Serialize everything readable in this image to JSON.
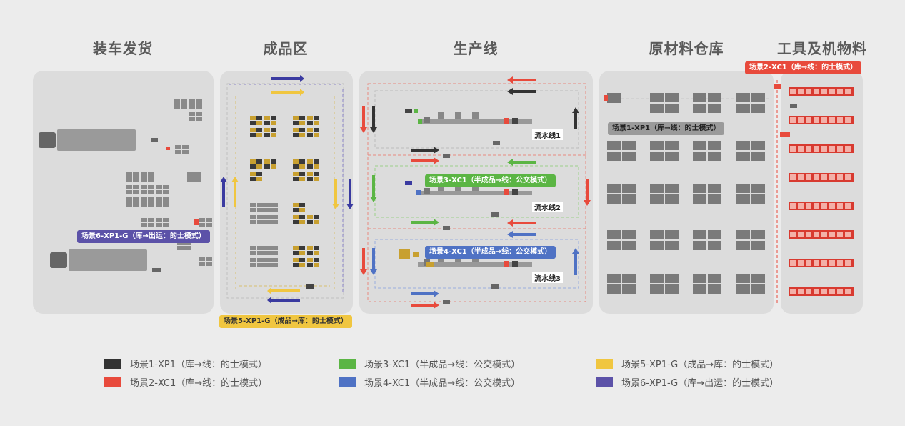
{
  "zones": [
    {
      "id": "shipping",
      "title": "装车发货"
    },
    {
      "id": "finished",
      "title": "成品区"
    },
    {
      "id": "production",
      "title": "生产线"
    },
    {
      "id": "raw",
      "title": "原材料仓库"
    },
    {
      "id": "tools",
      "title": "工具及机物料"
    }
  ],
  "lines": [
    "流水线1",
    "流水线2",
    "流水线3"
  ],
  "tags": {
    "s1": "场景1-XP1（库→线：的士模式）",
    "s2": "场景2-XC1（库→线：的士模式）",
    "s3": "场景3-XC1（半成品→线：公交模式）",
    "s4": "场景4-XC1（半成品→线：公交模式）",
    "s5": "场景5-XP1-G（成品→库：的士模式）",
    "s6": "场景6-XP1-G（库→出运：的士模式）"
  },
  "legend": [
    {
      "label": "场景1-XP1（库→线：的士模式）",
      "color": "#333333"
    },
    {
      "label": "场景2-XC1（库→线：的士模式）",
      "color": "#e84a3c"
    },
    {
      "label": "场景3-XC1（半成品→线：公交模式）",
      "color": "#5bb544"
    },
    {
      "label": "场景4-XC1（半成品→线：公交模式）",
      "color": "#4f72c4"
    },
    {
      "label": "场景5-XP1-G（成品→库：的士模式）",
      "color": "#f0c640"
    },
    {
      "label": "场景6-XP1-G（库→出运：的士模式）",
      "color": "#5c52a8"
    }
  ]
}
